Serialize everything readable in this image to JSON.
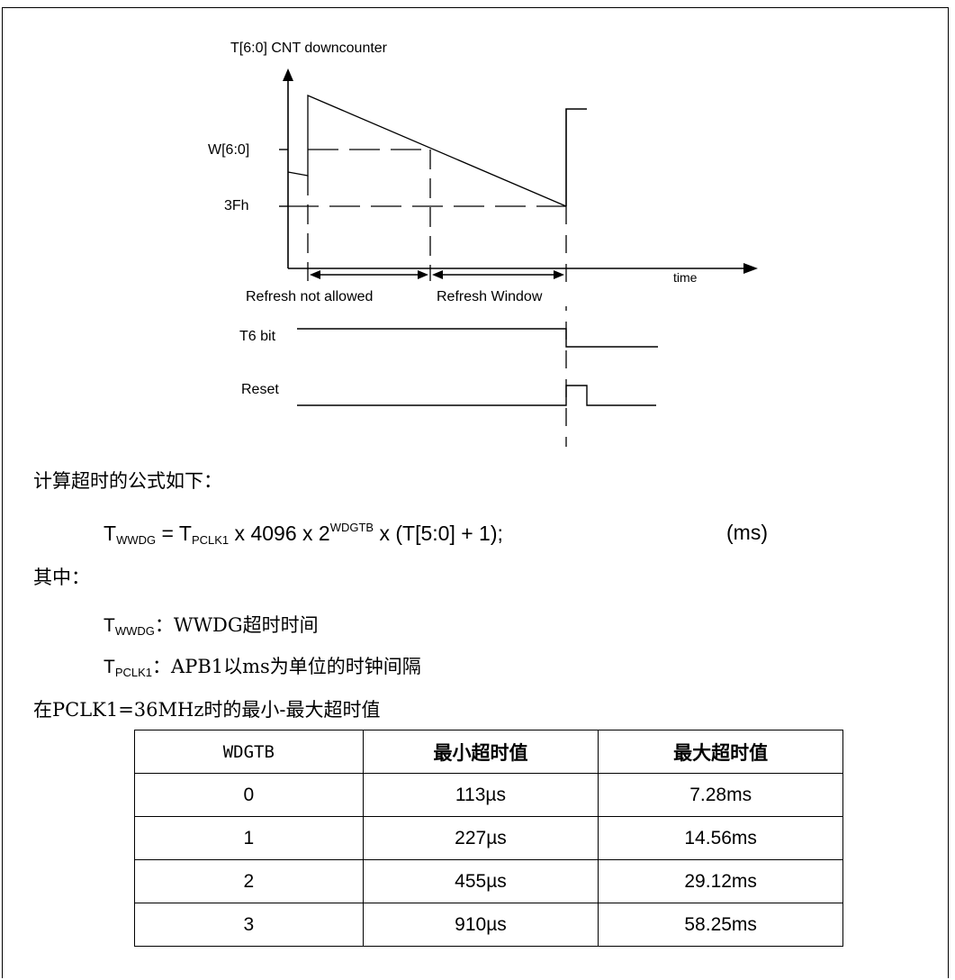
{
  "diagram": {
    "y_axis_label": "T[6:0] CNT downcounter",
    "w_label": "W[6:0]",
    "threshold_label": "3Fh",
    "x_axis_label": "time",
    "region_not_allowed": "Refresh not allowed",
    "region_window": "Refresh Window",
    "t6_label": "T6 bit",
    "reset_label": "Reset"
  },
  "text": {
    "formula_intro": "计算超时的公式如下：",
    "formula_t": "T",
    "formula_t_sub": "WWDG",
    "formula_eq": " = T",
    "formula_pclk_sub": "PCLK1",
    "formula_mid": " x 4096 x 2",
    "formula_sup": "WDGTB",
    "formula_tail": " x (T[5:0] + 1);",
    "formula_unit": "(ms)",
    "where": "其中：",
    "def1_t": "T",
    "def1_sub": "WWDG",
    "def1_text": "：WWDG超时时间",
    "def2_t": "T",
    "def2_sub": "PCLK1",
    "def2_text": "：APB1以ms为单位的时钟间隔",
    "table_caption": "在PCLK1=36MHz时的最小-最大超时值"
  },
  "table": {
    "headers": [
      "WDGTB",
      "最小超时值",
      "最大超时值"
    ],
    "rows": [
      [
        "0",
        "113µs",
        "7.28ms"
      ],
      [
        "1",
        "227µs",
        "14.56ms"
      ],
      [
        "2",
        "455µs",
        "29.12ms"
      ],
      [
        "3",
        "910µs",
        "58.25ms"
      ]
    ]
  }
}
